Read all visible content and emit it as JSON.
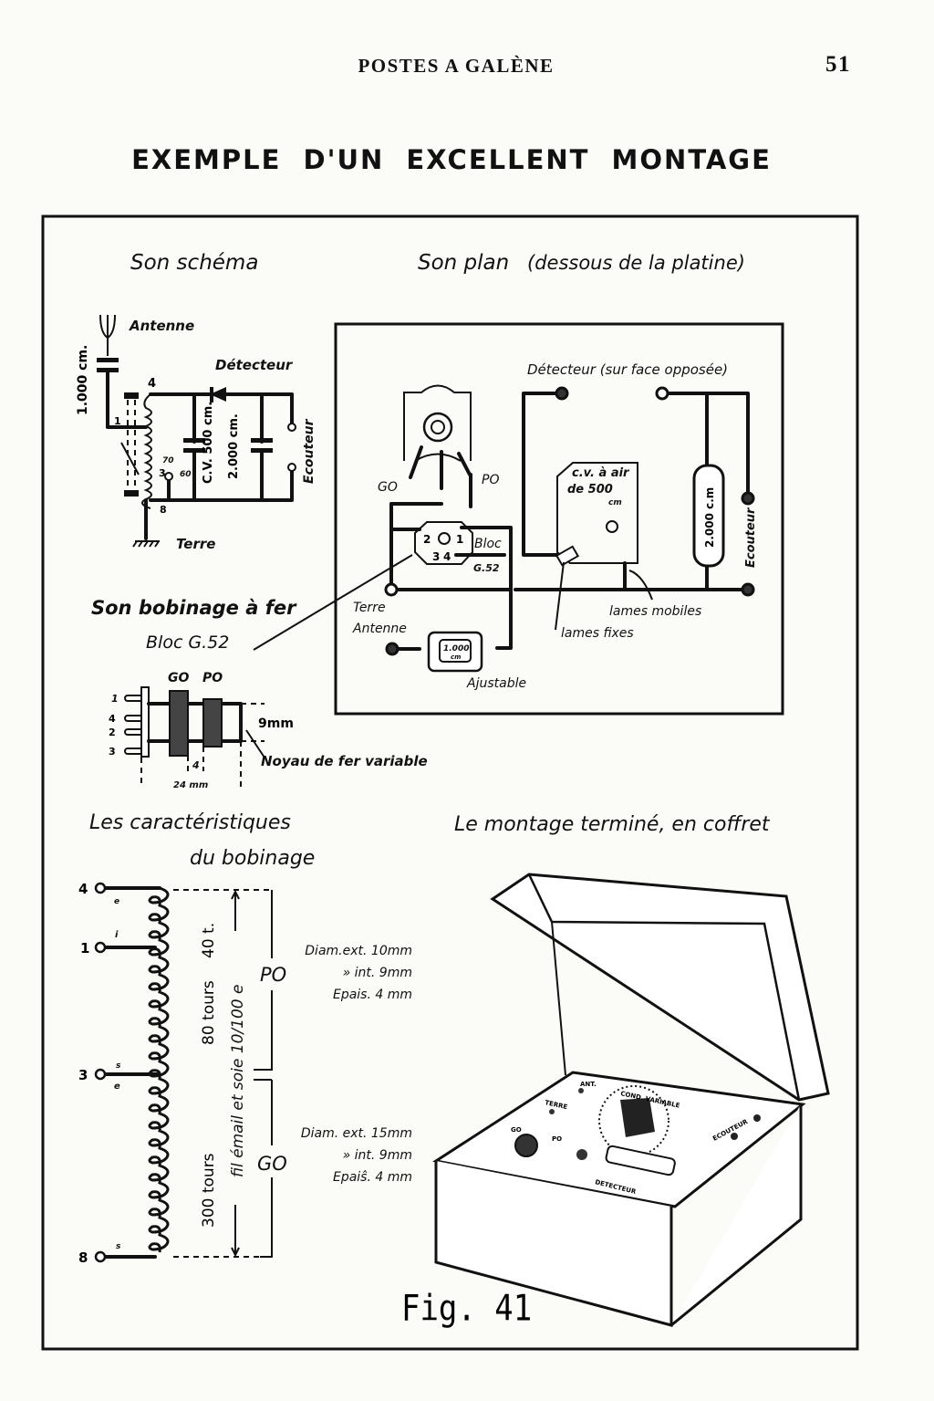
{
  "header": {
    "running_title": "POSTES A GALÈNE",
    "page_number": "51"
  },
  "title": "EXEMPLE D'UN EXCELLENT MONTAGE",
  "schema": {
    "heading": "Son schéma",
    "antenne": "Antenne",
    "antenna_cap": "1.000 cm.",
    "detecteur": "Détecteur",
    "cv": "C.V. 500 cm.",
    "cap": "2.000 cm.",
    "ecouteur": "Ecouteur",
    "terre": "Terre",
    "pins": [
      "1",
      "4",
      "3",
      "8",
      "70",
      "60"
    ]
  },
  "plan": {
    "heading": "Son plan",
    "subheading": "(dessous de la platine)",
    "detecteur": "Détecteur (sur face opposée)",
    "go": "GO",
    "po": "PO",
    "bloc": "Bloc",
    "bloc_ref": "G.52",
    "bloc_pins": [
      "2",
      "1",
      "3",
      "4"
    ],
    "cv_line1": "c.v. à air",
    "cv_line2": "de 500",
    "cv_unit": "cm",
    "cap": "2.000 c.m",
    "ecouteur": "Ecouteur",
    "terre": "Terre",
    "antenne": "Antenne",
    "ajustable_value": "1.000",
    "ajustable_unit": "cm",
    "ajustable": "Ajustable",
    "lames_mobiles": "lames mobiles",
    "lames_fixes": "lames fixes"
  },
  "bobinage": {
    "heading_line1": "Son bobinage à fer",
    "heading_line2": "Bloc G.52",
    "go": "GO",
    "po": "PO",
    "pins": [
      "1",
      "4",
      "2",
      "3"
    ],
    "diameter": "9mm",
    "gap": "4",
    "length": "24 mm",
    "noyau": "Noyau de fer variable"
  },
  "caracteristiques": {
    "heading_line1": "Les caractéristiques",
    "heading_line2": "du bobinage",
    "terminals": [
      "4",
      "1",
      "3",
      "8"
    ],
    "terminal_marks": [
      "e",
      "i",
      "s",
      "e",
      "s"
    ],
    "t40": "40 t.",
    "t80": "80 tours",
    "t300": "300 tours",
    "fil": "fil émail et soie 10/100 e",
    "po": {
      "label": "PO",
      "lines": [
        "Diam.ext. 10mm",
        "» int. 9mm",
        "Epais. 4 mm"
      ]
    },
    "go": {
      "label": "GO",
      "lines": [
        "Diam. ext. 15mm",
        "» int. 9mm",
        "Epaiŝ. 4 mm"
      ]
    }
  },
  "montage": {
    "heading": "Le montage terminé, en coffret",
    "labels": [
      "ANT.",
      "TERRE",
      "COND. VARIABLE",
      "ECOUTEUR",
      "GO",
      "PO",
      "DETECTEUR"
    ]
  },
  "figure": "Fig. 41"
}
